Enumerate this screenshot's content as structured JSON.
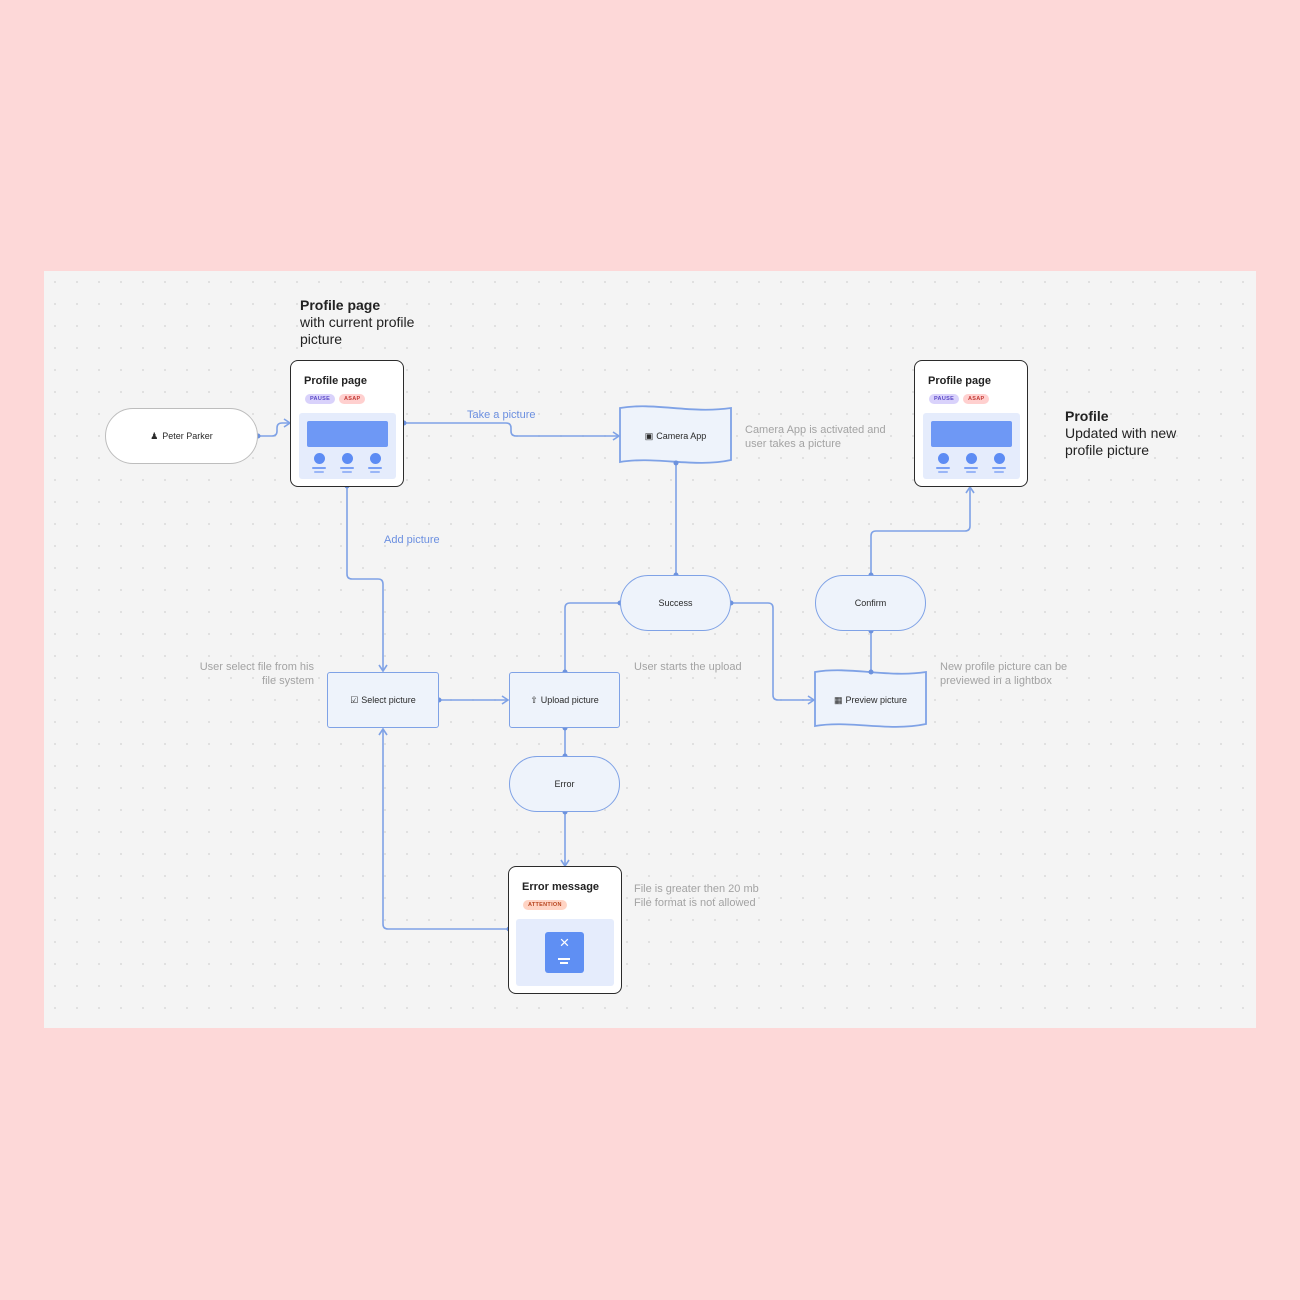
{
  "headings": {
    "profile_current": {
      "title": "Profile page",
      "sub1": "with current profile",
      "sub2": "picture"
    },
    "profile_updated": {
      "title": "Profile",
      "sub1": "Updated with new",
      "sub2": "profile picture"
    }
  },
  "edge_labels": {
    "take_picture": "Take a picture",
    "add_picture": "Add picture"
  },
  "notes": {
    "camera": [
      "Camera App is activated and",
      "user takes a picture"
    ],
    "select": [
      "User select file from his",
      "file system"
    ],
    "upload": [
      "User starts the upload"
    ],
    "preview": [
      "New profile picture can be",
      "previewed in a lightbox"
    ],
    "error": [
      "File is greater then 20 mb",
      "File format is not allowed"
    ]
  },
  "nodes": {
    "user": {
      "label": "Peter Parker",
      "icon": "person-icon"
    },
    "camera": {
      "label": "Camera App",
      "icon": "camera-icon"
    },
    "success": {
      "label": "Success"
    },
    "confirm": {
      "label": "Confirm"
    },
    "select": {
      "label": "Select picture",
      "icon": "checkbox-icon"
    },
    "upload": {
      "label": "Upload picture",
      "icon": "upload-file-icon"
    },
    "preview": {
      "label": "Preview picture",
      "icon": "image-icon"
    },
    "error": {
      "label": "Error"
    }
  },
  "cards": {
    "profile_left": {
      "title": "Profile page",
      "tags": [
        "PAUSE",
        "ASAP"
      ]
    },
    "profile_right": {
      "title": "Profile page",
      "tags": [
        "PAUSE",
        "ASAP"
      ]
    },
    "error_message": {
      "title": "Error message",
      "tags": [
        "ATTENTION"
      ],
      "icon": "close-icon"
    }
  },
  "colors": {
    "background": "#fdd8d8",
    "board": "#f4f4f4",
    "connector": "#7fa2e6",
    "node_fill": "#eef3fb",
    "screen_fill": "#e5ecfc",
    "accent": "#5f8ff3"
  }
}
